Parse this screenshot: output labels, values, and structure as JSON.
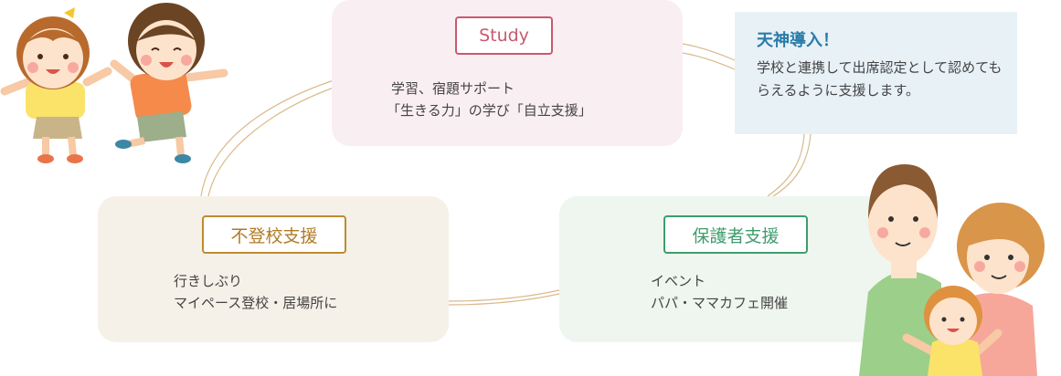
{
  "study": {
    "label": "Study",
    "lines": [
      "学習、宿題サポート",
      "「生きる力」の学び「自立支援」"
    ]
  },
  "info": {
    "title": "天神導入！",
    "body": "学校と連携して出席認定として認めてもらえるように支援します。"
  },
  "futoko": {
    "label": "不登校支援",
    "lines": [
      "行きしぶり",
      "マイペース登校・居場所に"
    ]
  },
  "parents": {
    "label": "保護者支援",
    "lines": [
      "イベント",
      "パパ・ママカフェ開催"
    ]
  },
  "colors": {
    "study": "#c9596e",
    "futoko": "#c08a2f",
    "parents": "#3f9c6c",
    "info": "#2a7ca8",
    "line": "#d9bb8c"
  }
}
